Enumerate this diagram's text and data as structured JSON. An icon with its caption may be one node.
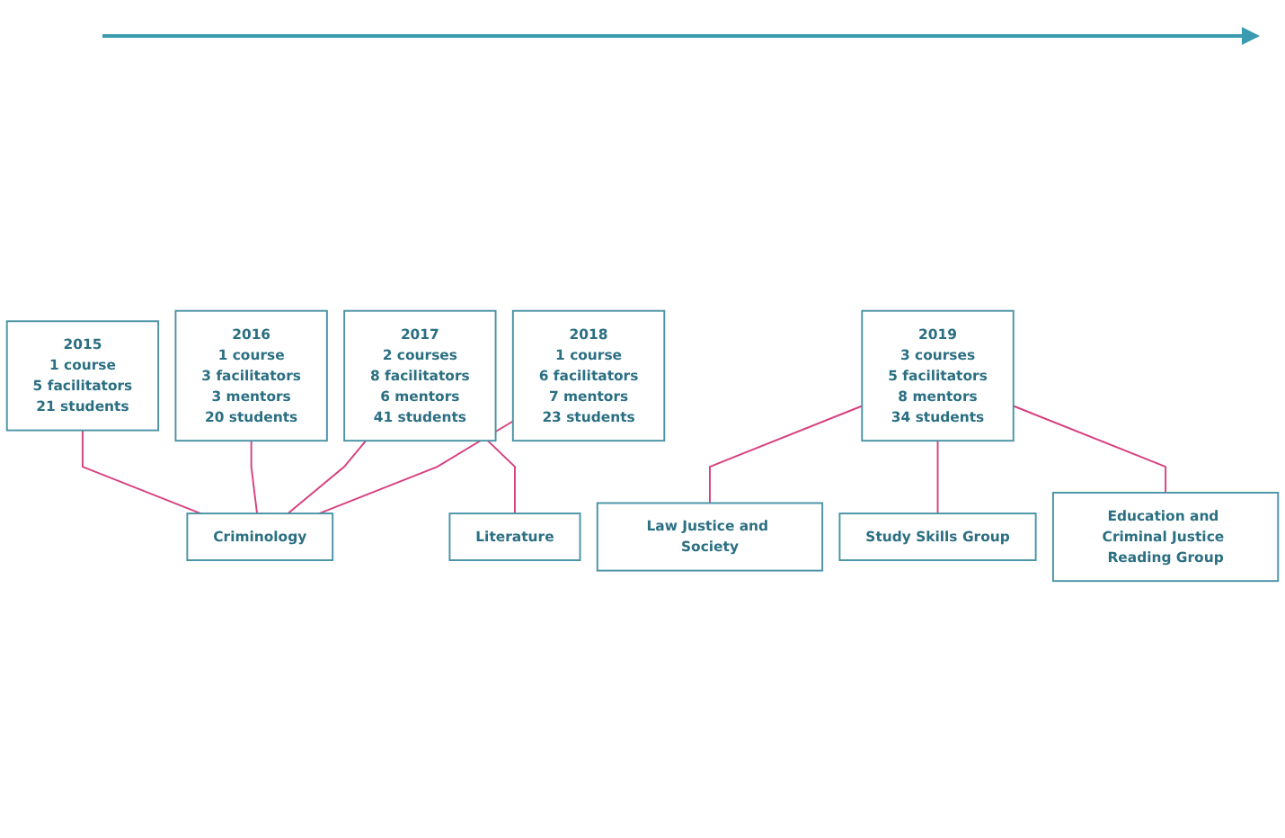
{
  "diagram": {
    "nodes": [
      {
        "text": [
          "2015",
          "1 course",
          "5 facilitators",
          "21 students"
        ]
      },
      {
        "text": [
          "2016",
          "1 course",
          "3 facilitators",
          "3 mentors",
          "20 students"
        ]
      },
      {
        "text": [
          "2017",
          "2 courses",
          "8 facilitators",
          "6 mentors",
          "41 students"
        ]
      },
      {
        "text": [
          "2018",
          "1 course",
          "6 facilitators",
          "7 mentors",
          "23 students"
        ]
      },
      {
        "text": [
          "2019",
          "3 courses",
          "5 facilitators",
          "8 mentors",
          "34 students"
        ]
      },
      {
        "text": [
          "Criminology"
        ]
      },
      {
        "text": [
          "Literature"
        ]
      },
      {
        "text": [
          "Law Justice and Society"
        ]
      },
      {
        "text": [
          "Study Skills Group"
        ]
      },
      {
        "text": [
          "Education and Criminal Justice Reading Group"
        ]
      }
    ],
    "edges": [
      {
        "from": 0,
        "to": 5,
        "arrow": "none"
      },
      {
        "from": 1,
        "to": 5,
        "arrow": "none"
      },
      {
        "from": 2,
        "to": 5,
        "arrow": "none"
      },
      {
        "from": 3,
        "to": 5,
        "arrow": "none"
      },
      {
        "from": 2,
        "to": 6,
        "arrow": "none"
      },
      {
        "from": 4,
        "to": 7,
        "arrow": "none"
      },
      {
        "from": 4,
        "to": 8,
        "arrow": "none"
      },
      {
        "from": 4,
        "to": 9,
        "arrow": "none"
      }
    ]
  }
}
